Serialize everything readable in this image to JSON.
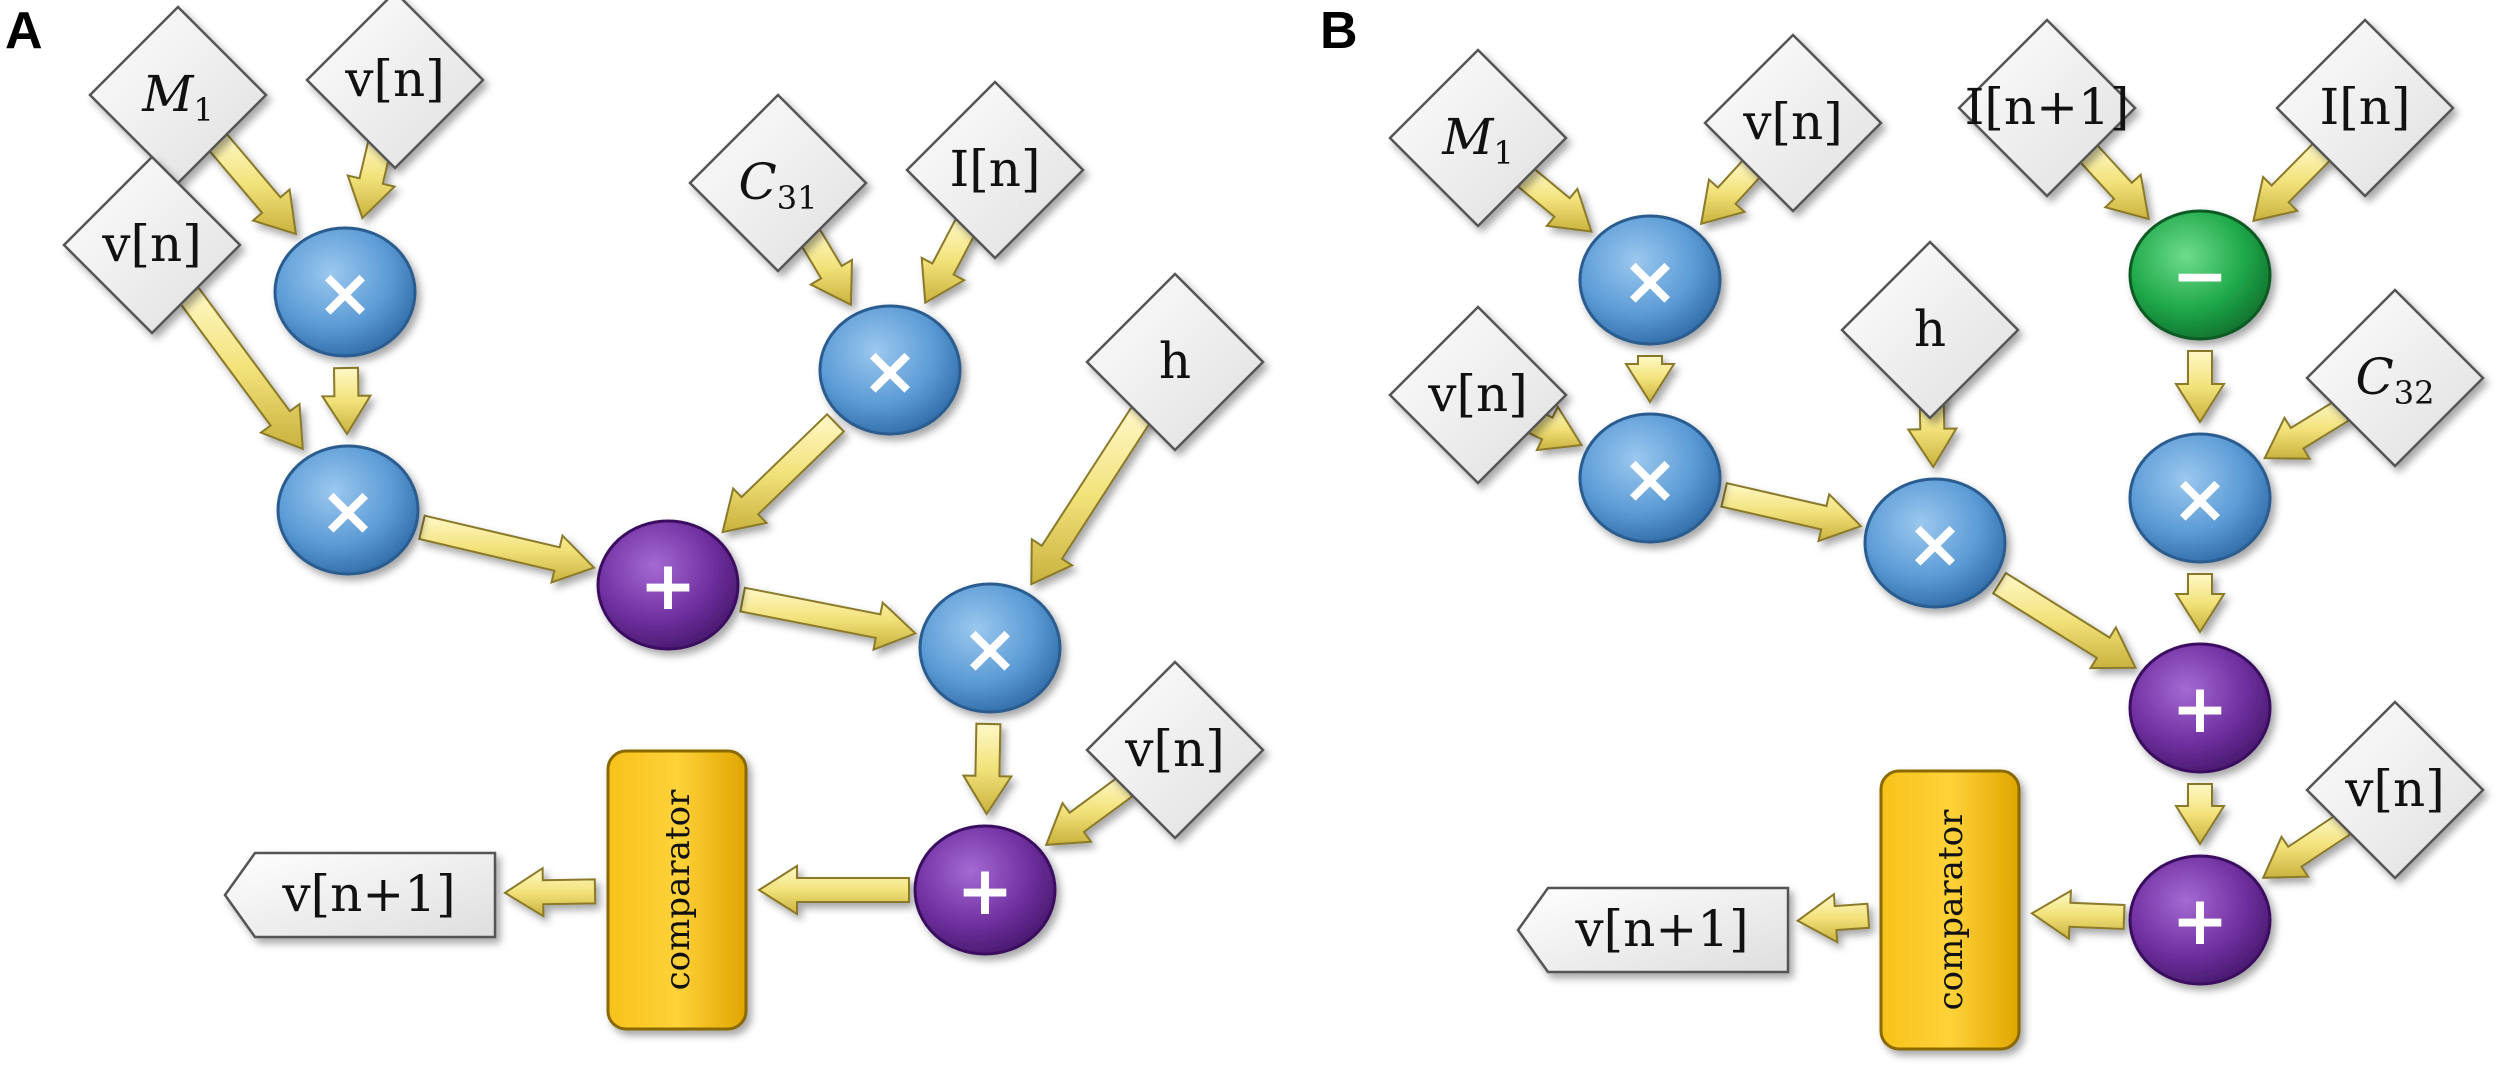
{
  "colors": {
    "multiply_node": "#5b9bd5",
    "add_node": "#7030a0",
    "subtract_node": "#1fa84a",
    "comparator": "#f5b800",
    "arrow": "#f2e27a",
    "variable_box": "#ffffff"
  },
  "panels": [
    {
      "label": "A",
      "variables": [
        {
          "id": "a-m1",
          "text": "M",
          "sub": "1",
          "italic": true
        },
        {
          "id": "a-vn1",
          "text": "v[n]"
        },
        {
          "id": "a-vn2",
          "text": "v[n]"
        },
        {
          "id": "a-c31",
          "text": "C",
          "sub": "31",
          "italic": true
        },
        {
          "id": "a-in",
          "text": "I[n]"
        },
        {
          "id": "a-h",
          "text": "h"
        },
        {
          "id": "a-vn3",
          "text": "v[n]"
        }
      ],
      "operators": [
        {
          "id": "a-mul1",
          "op": "multiply",
          "symbol": "×"
        },
        {
          "id": "a-mul2",
          "op": "multiply",
          "symbol": "×"
        },
        {
          "id": "a-mul3",
          "op": "multiply",
          "symbol": "×"
        },
        {
          "id": "a-add1",
          "op": "add",
          "symbol": "+"
        },
        {
          "id": "a-mul4",
          "op": "multiply",
          "symbol": "×"
        },
        {
          "id": "a-add2",
          "op": "add",
          "symbol": "+"
        }
      ],
      "comparator": "comparator",
      "output": "v[n+1]"
    },
    {
      "label": "B",
      "variables": [
        {
          "id": "b-m1",
          "text": "M",
          "sub": "1",
          "italic": true
        },
        {
          "id": "b-vn1",
          "text": "v[n]"
        },
        {
          "id": "b-in1",
          "text": "I[n+1]"
        },
        {
          "id": "b-in",
          "text": "I[n]"
        },
        {
          "id": "b-vn2",
          "text": "v[n]"
        },
        {
          "id": "b-h",
          "text": "h"
        },
        {
          "id": "b-c32",
          "text": "C",
          "sub": "32",
          "italic": true
        },
        {
          "id": "b-vn3",
          "text": "v[n]"
        }
      ],
      "operators": [
        {
          "id": "b-mul1",
          "op": "multiply",
          "symbol": "×"
        },
        {
          "id": "b-sub1",
          "op": "subtract",
          "symbol": "−"
        },
        {
          "id": "b-mul2",
          "op": "multiply",
          "symbol": "×"
        },
        {
          "id": "b-mul3",
          "op": "multiply",
          "symbol": "×"
        },
        {
          "id": "b-mul4",
          "op": "multiply",
          "symbol": "×"
        },
        {
          "id": "b-add1",
          "op": "add",
          "symbol": "+"
        },
        {
          "id": "b-add2",
          "op": "add",
          "symbol": "+"
        }
      ],
      "comparator": "comparator",
      "output": "v[n+1]"
    }
  ]
}
